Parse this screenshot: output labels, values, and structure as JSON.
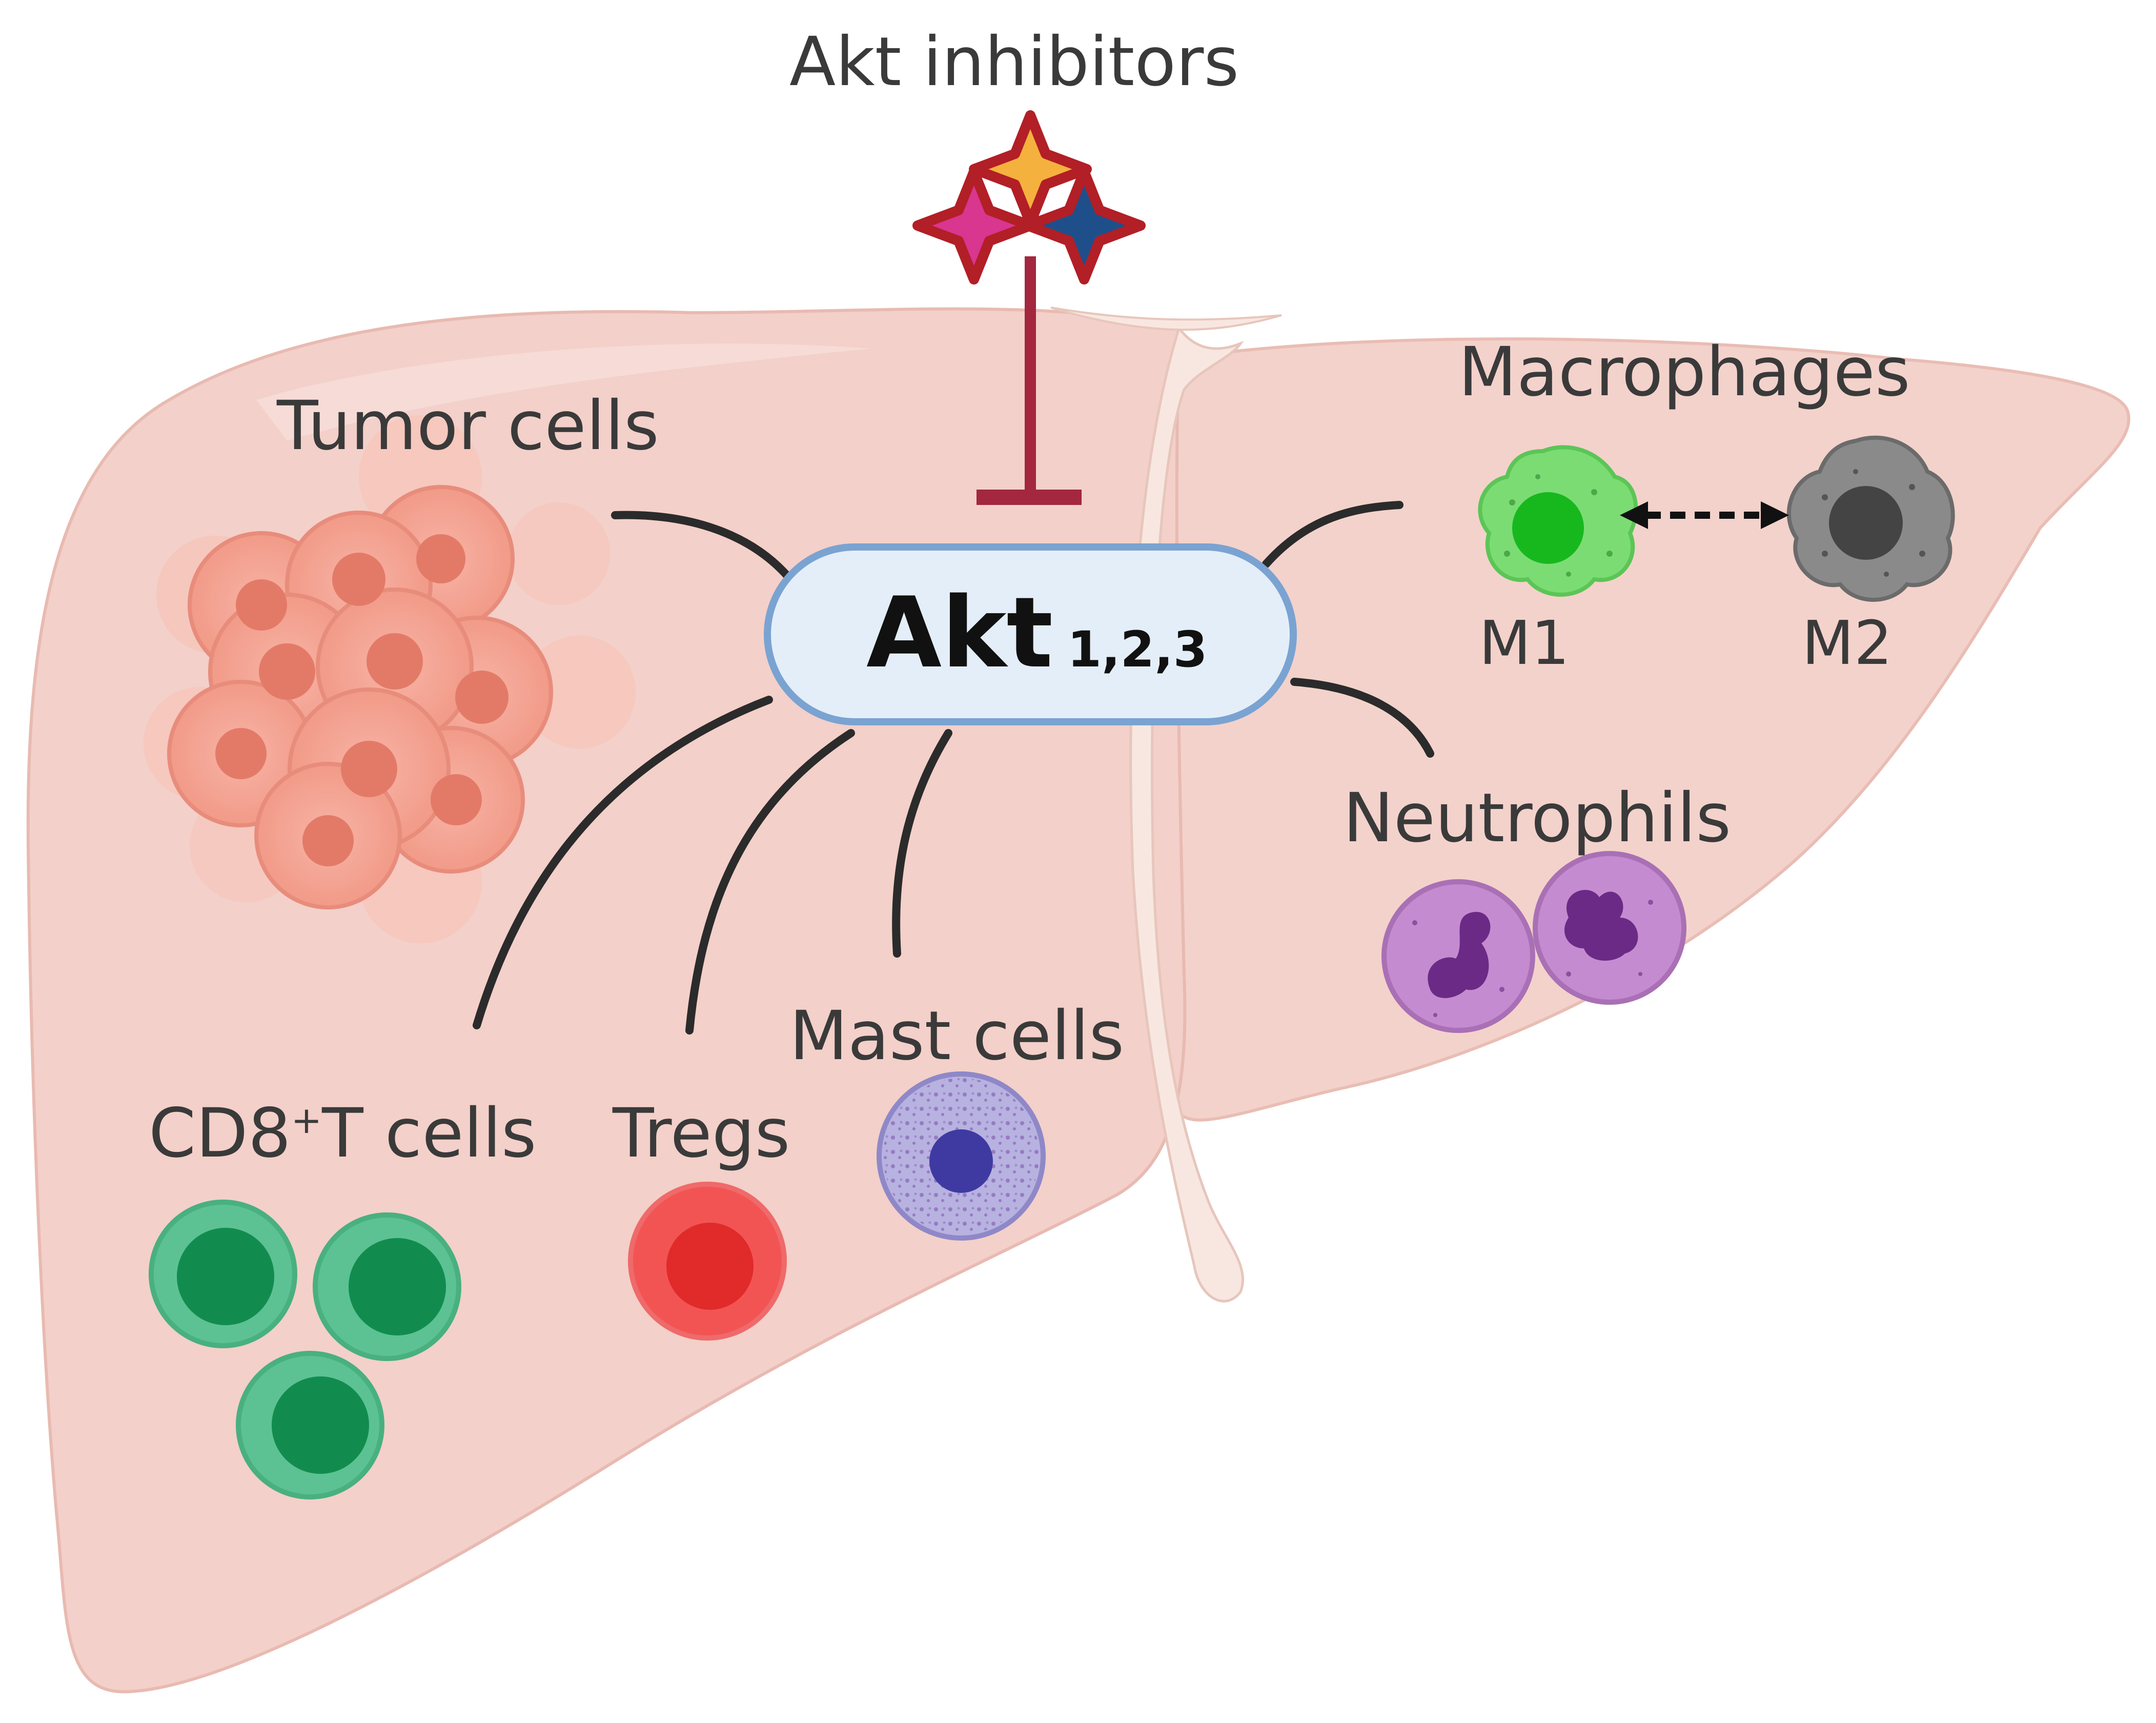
{
  "labels": {
    "akt_inhibitors": "Akt inhibitors",
    "akt": "Akt",
    "akt_isoforms": "1,2,3",
    "tumor_cells": "Tumor cells",
    "macrophages": "Macrophages",
    "m1": "M1",
    "m2": "M2",
    "neutrophils": "Neutrophils",
    "mast_cells": "Mast cells",
    "tregs": "Tregs",
    "cd8_prefix": "CD8",
    "cd8_sup": "+",
    "cd8_suffix": "T cells"
  },
  "colors": {
    "liver": "#f3d0c9",
    "ligament": "#f7e6df",
    "inhibition": "#a3273f",
    "akt_fill": "#e4eef8",
    "akt_border": "#7aa3d2",
    "tumor": "#f4a393",
    "m1": "#6dd66d",
    "m2": "#7a7a7a",
    "neutrophil": "#c58bd0",
    "mast": "#9b94cf",
    "treg": "#f25454",
    "cd8": "#5cc293",
    "star_orange": "#f5b13e",
    "star_magenta": "#d8368f",
    "star_blue": "#1f4f8a"
  }
}
